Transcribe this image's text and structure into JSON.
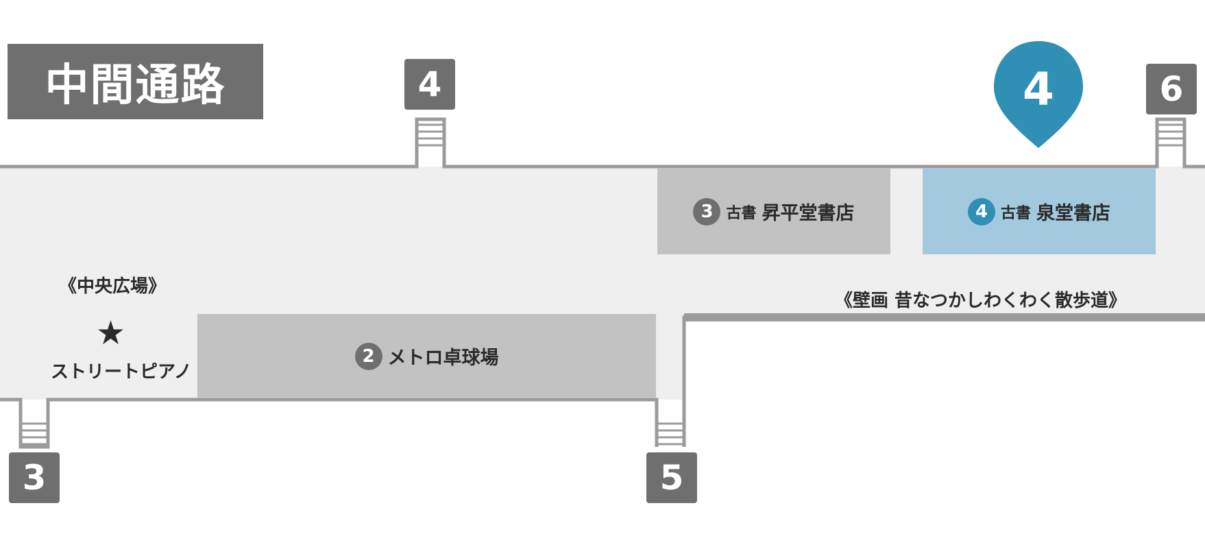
{
  "title": "中間通路",
  "exits": {
    "top_left": "4",
    "top_right": "6",
    "bottom_left": "3",
    "bottom_middle": "5"
  },
  "marker": {
    "number": "4"
  },
  "shops": {
    "shohei": {
      "number": "3",
      "prefix": "古書",
      "name": "昇平堂書店"
    },
    "sendo": {
      "number": "4",
      "prefix": "古書",
      "name": "泉堂書店"
    },
    "metro": {
      "number": "2",
      "name": "メトロ卓球場"
    }
  },
  "labels": {
    "central_plaza": "《中央広場》",
    "star": "★",
    "street_piano": "ストリートピアノ",
    "mural": "《壁画 昔なつかしわくわく散歩道》"
  },
  "colors": {
    "corridor": "#efefef",
    "wall": "#9b9b9b",
    "shop_gray": "#c2c2c2",
    "highlight": "#a3c9de",
    "accent": "#2f8fb5",
    "badge": "#6f6f6f"
  }
}
